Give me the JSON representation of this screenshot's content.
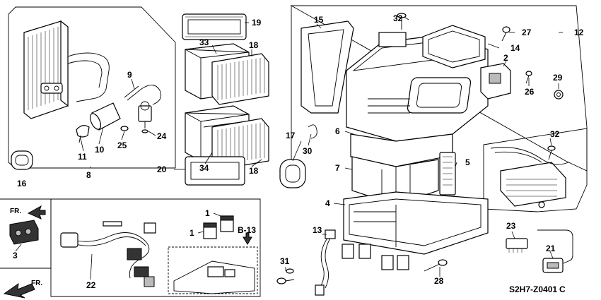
{
  "diagram_code": "S2H7-Z0401",
  "diagram_code_suffix": "C",
  "references": {
    "b13": "B-13"
  },
  "directions": {
    "fr_top": "FR.",
    "fr_bottom": "FR."
  },
  "part_numbers": {
    "p1a": "1",
    "p1b": "1",
    "p2": "2",
    "p3": "3",
    "p4": "4",
    "p5": "5",
    "p6": "6",
    "p7": "7",
    "p8": "8",
    "p9": "9",
    "p10": "10",
    "p11": "11",
    "p12": "12",
    "p13": "13",
    "p14": "14",
    "p15": "15",
    "p16": "16",
    "p17": "17",
    "p18a": "18",
    "p18b": "18",
    "p19": "19",
    "p20": "20",
    "p21": "21",
    "p22": "22",
    "p23": "23",
    "p24": "24",
    "p25": "25",
    "p26": "26",
    "p27": "27",
    "p28": "28",
    "p29": "29",
    "p30": "30",
    "p31": "31",
    "p32a": "32",
    "p32b": "32",
    "p33": "33",
    "p34": "34"
  }
}
